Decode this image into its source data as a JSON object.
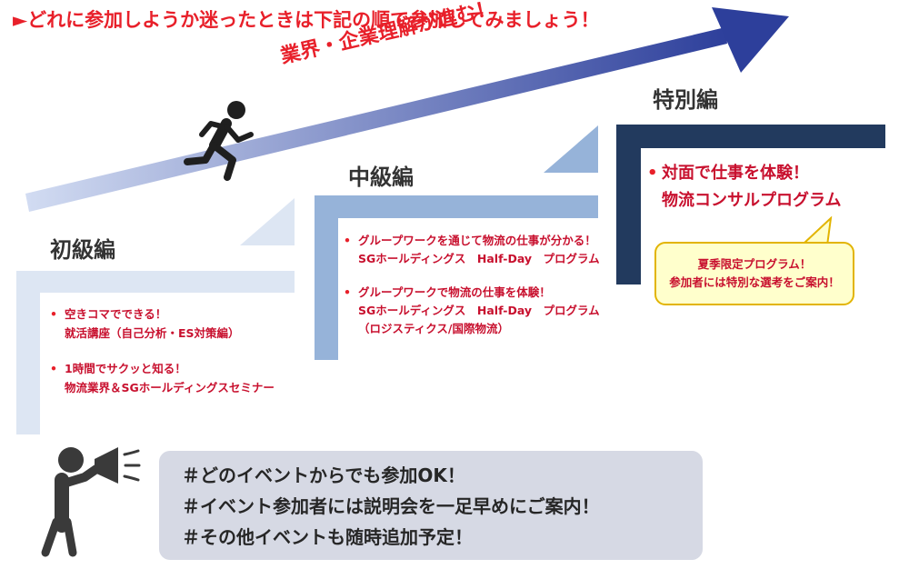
{
  "intro": "►どれに参加しようか迷ったときは下記の順で参加してみましょう！",
  "banner": "業界・企業理解が進む！",
  "levels": {
    "beginner": {
      "title": "初級編",
      "items": [
        {
          "line1": "空きコマでできる！",
          "line2": "就活講座（自己分析・ES対策編）"
        },
        {
          "line1": "1時間でサクッと知る！",
          "line2": "物流業界＆SGホールディングスセミナー"
        }
      ]
    },
    "intermediate": {
      "title": "中級編",
      "items": [
        {
          "line1": "グループワークを通じて物流の仕事が分かる！",
          "line2": "SGホールディングス　Half-Day　プログラム"
        },
        {
          "line1": "グループワークで物流の仕事を体験！",
          "line2": "SGホールディングス　Half-Day　プログラム",
          "line3": "（ロジスティクス/国際物流）"
        }
      ]
    },
    "special": {
      "title": "特別編",
      "items": [
        {
          "line1": "対面で仕事を体験！",
          "line2": "物流コンサルプログラム"
        }
      ],
      "bubble": {
        "line1": "夏季限定プログラム！",
        "line2": "参加者には特別な選考をご案内！"
      }
    }
  },
  "notes": [
    "＃どのイベントからでも参加OK！",
    "＃イベント参加者には説明会を一足早めにご案内！",
    "＃その他イベントも随時追加予定！"
  ],
  "icons": {
    "runner": "running-person-icon",
    "speaker": "megaphone-person-icon"
  },
  "colors": {
    "beginner_step": "#dde6f3",
    "intermediate_step": "#96b3d9",
    "special_step": "#223a5e",
    "arrow_start": "#d2dcf2",
    "arrow_end": "#2d3f9b",
    "accent_red": "#e8202a",
    "note_box": "#d6d9e4"
  }
}
